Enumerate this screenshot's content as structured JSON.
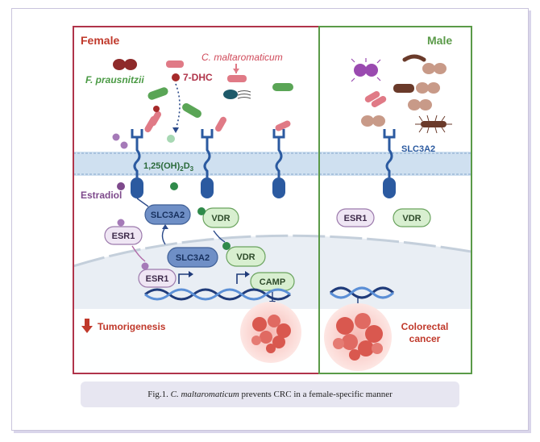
{
  "panels": {
    "female": {
      "title": "Female",
      "labels": {
        "species_f": "F. prausnitzii",
        "species_c": "C. maltaromaticum",
        "dhc": "7-DHC",
        "vitd_main": "1,25(OH)",
        "vitd_sub2": "2",
        "vitd_d": "D",
        "vitd_sub3": "3",
        "estradiol": "Estradiol",
        "slc3a2_cyto": "SLC3A2",
        "vdr_cyto": "VDR",
        "esr1_cyto": "ESR1",
        "slc3a2_nuc": "SLC3A2",
        "vdr_nuc": "VDR",
        "esr1_nuc": "ESR1",
        "camp": "CAMP",
        "outcome": "Tumorigenesis"
      }
    },
    "male": {
      "title": "Male",
      "labels": {
        "slc3a2": "SLC3A2",
        "esr1": "ESR1",
        "vdr": "VDR",
        "outcome_line1": "Colorectal",
        "outcome_line2": "cancer"
      }
    }
  },
  "caption": {
    "prefix": "Fig.1.",
    "species": "C. maltaromaticum",
    "rest": "prevents CRC in a female-specific manner"
  },
  "colors": {
    "female_border": "#b0344a",
    "male_border": "#5a9a48",
    "female_title": "#c0392b",
    "male_title": "#5a9a48",
    "receptor": "#2b5aa0",
    "protein_blue": "#6f8fc6",
    "vdr_green": "#d8efd0",
    "esr1_purple": "#efe6f4",
    "estradiol": "#8a4a9a",
    "membrane": "#cfe0f0",
    "dna_dark": "#1f3b7a",
    "dna_light": "#5b8fd6",
    "tumor": "#d9584f",
    "down_arrow": "#c0392b"
  }
}
